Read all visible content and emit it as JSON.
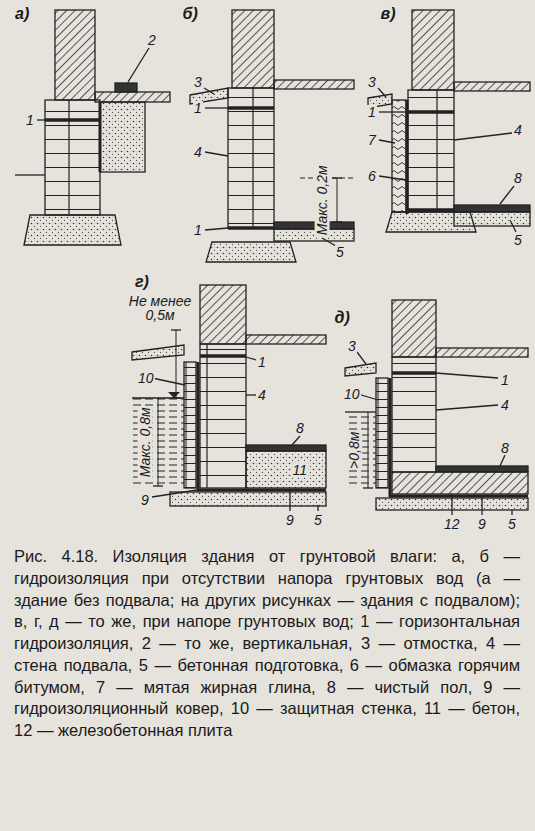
{
  "diagram": {
    "caption": "Рис. 4.18. Изоляция здания от грунтовой влаги: а, б — гидроизоляция при отсутствии напора грунтовых вод (а — здание без подвала; на других рисунках — здания с подвалом); в, г, д — то же, при напоре грунтовых вод; 1 — горизонтальная гидроизоляция, 2 — то же, вертикальная, 3 — отмостка, 4 — стена подвала, 5 — бетонная подготовка, 6 — обмазка горячим битумом, 7 — мятая жирная глина, 8 — чистый пол, 9 — гидроизоляционный ковер, 10 — защитная стенка, 11 — бетон, 12 — железобетонная плита",
    "labels": [
      "а)",
      "1",
      "2",
      "б)",
      "3",
      "1",
      "4",
      "1",
      "5",
      "Макс. 0,2м",
      "в)",
      "3",
      "1",
      "7",
      "4",
      "6",
      "8",
      "5",
      "г)",
      "Не менее 0,5м",
      "1",
      "10",
      "4",
      "Макс. 0,8м",
      "8",
      "11",
      "9",
      "9",
      "5",
      "д)",
      "3",
      "1",
      "4",
      ">0,8м",
      "10",
      "8",
      "12",
      "9",
      "5"
    ]
  }
}
